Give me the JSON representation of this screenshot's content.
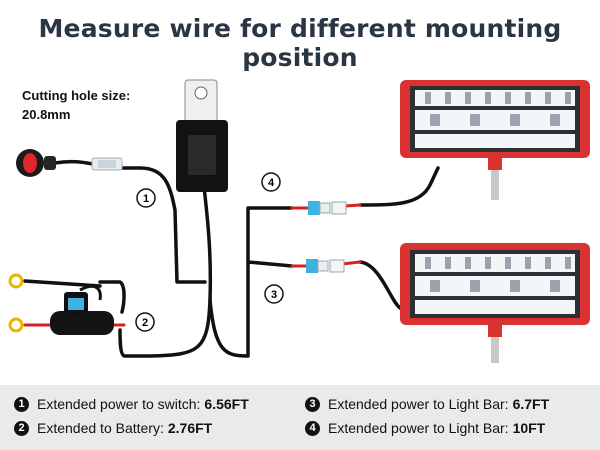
{
  "title": "Measure wire for different mounting position",
  "cutting_hole": {
    "label": "Cutting hole size:",
    "value": "20.8mm"
  },
  "markers": [
    "1",
    "2",
    "3",
    "4"
  ],
  "legend": [
    {
      "num": "1",
      "text": "Extended power to switch:",
      "value": "6.56FT"
    },
    {
      "num": "2",
      "text": "Extended to Battery:",
      "value": "2.76FT"
    },
    {
      "num": "3",
      "text": "Extended power to Light Bar:",
      "value": "6.7FT"
    },
    {
      "num": "4",
      "text": "Extended power to Light Bar:",
      "value": "10FT"
    }
  ],
  "colors": {
    "title": "#2b3644",
    "light_bar_housing": "#d93230",
    "wire": "#111111",
    "wire_red": "#d6231f",
    "connector": "#3fb3e0",
    "terminal": "#e8b600",
    "legend_bg": "#e9eaec"
  }
}
